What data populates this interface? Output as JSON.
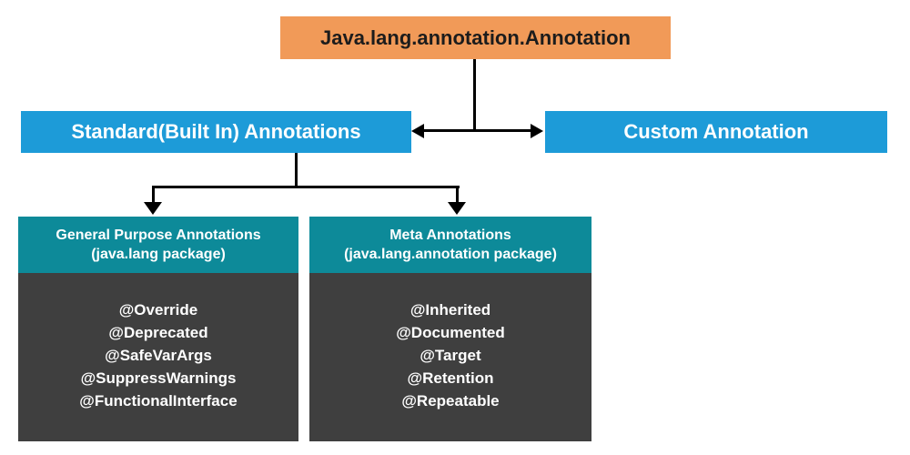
{
  "colors": {
    "orange": "#F19A58",
    "blue": "#1D9BD8",
    "teal": "#0D8A99",
    "dark": "#3F3F3F",
    "line": "#000000"
  },
  "root": {
    "label": "Java.lang.annotation.Annotation"
  },
  "level1": {
    "standard": "Standard(Built In) Annotations",
    "custom": "Custom Annotation"
  },
  "groups": [
    {
      "title_line1": "General Purpose Annotations",
      "title_line2": "(java.lang package)",
      "items": [
        "@Override",
        "@Deprecated",
        "@SafeVarArgs",
        "@SuppressWarnings",
        "@FunctionalInterface"
      ]
    },
    {
      "title_line1": "Meta Annotations",
      "title_line2": "(java.lang.annotation package)",
      "items": [
        "@Inherited",
        "@Documented",
        "@Target",
        "@Retention",
        "@Repeatable"
      ]
    }
  ]
}
